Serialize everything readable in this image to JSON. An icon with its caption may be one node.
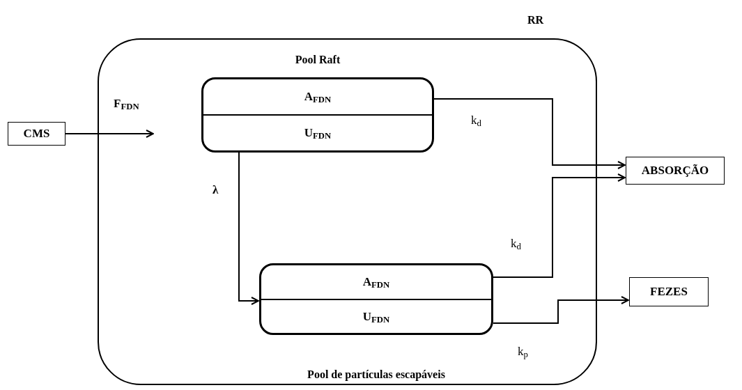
{
  "diagram": {
    "nodes": [
      {
        "text": [
          "RR"
        ]
      },
      {
        "text": [
          "A$_{FDN}$",
          "U$_{FDN}$"
        ],
        "beside": [
          "Pool Raft"
        ],
        "in": 0
      },
      {
        "text": [
          "A$_{FDN}$",
          "U$_{FDN}$"
        ],
        "beside": [
          "Pool de partículas escapáveis"
        ],
        "in": 0
      },
      {
        "text": [
          "CMS"
        ]
      },
      {
        "text": [
          "ABSORÇÃO"
        ]
      },
      {
        "text": [
          "FEZES"
        ]
      }
    ],
    "edges": [
      {
        "from": 3,
        "to": null,
        "arrow": "to",
        "label": "F$_{FDN}$"
      },
      {
        "from": 1,
        "to": 2,
        "arrow": "to",
        "label": "λ"
      },
      {
        "from": 1,
        "to": 4,
        "arrow": "to",
        "label": "k$_{d}$"
      },
      {
        "from": 2,
        "to": 4,
        "arrow": "to",
        "label": "k$_{d}$"
      },
      {
        "from": 2,
        "to": 5,
        "arrow": "to",
        "label": "k$_{p}$"
      }
    ]
  }
}
